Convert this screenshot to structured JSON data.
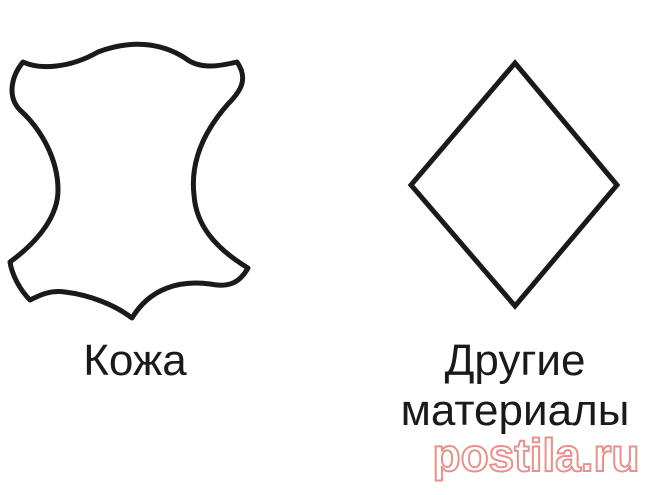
{
  "symbols": [
    {
      "label": "Кожа"
    },
    {
      "label_lines": [
        "Другие",
        "материалы"
      ]
    }
  ],
  "watermark": {
    "text": "postila.ru",
    "color": "#d9362b"
  },
  "colors": {
    "outline": "#1a1a1a",
    "background": "#ffffff"
  }
}
